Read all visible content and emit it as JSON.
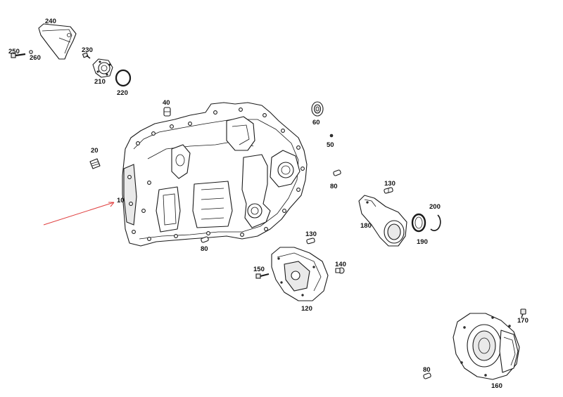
{
  "labels": {
    "p10": "10",
    "p20": "20",
    "p40": "40",
    "p50": "50",
    "p60": "60",
    "p80a": "80",
    "p80b": "80",
    "p80c": "80",
    "p120": "120",
    "p130a": "130",
    "p130b": "130",
    "p140": "140",
    "p150": "150",
    "p160": "160",
    "p170": "170",
    "p180": "180",
    "p190": "190",
    "p200": "200",
    "p210": "210",
    "p220": "220",
    "p230": "230",
    "p240": "240",
    "p250": "250",
    "p260": "260"
  },
  "colors": {
    "line": "#1a1a1a",
    "annotation_arrow": "#e04040",
    "background": "#ffffff"
  }
}
